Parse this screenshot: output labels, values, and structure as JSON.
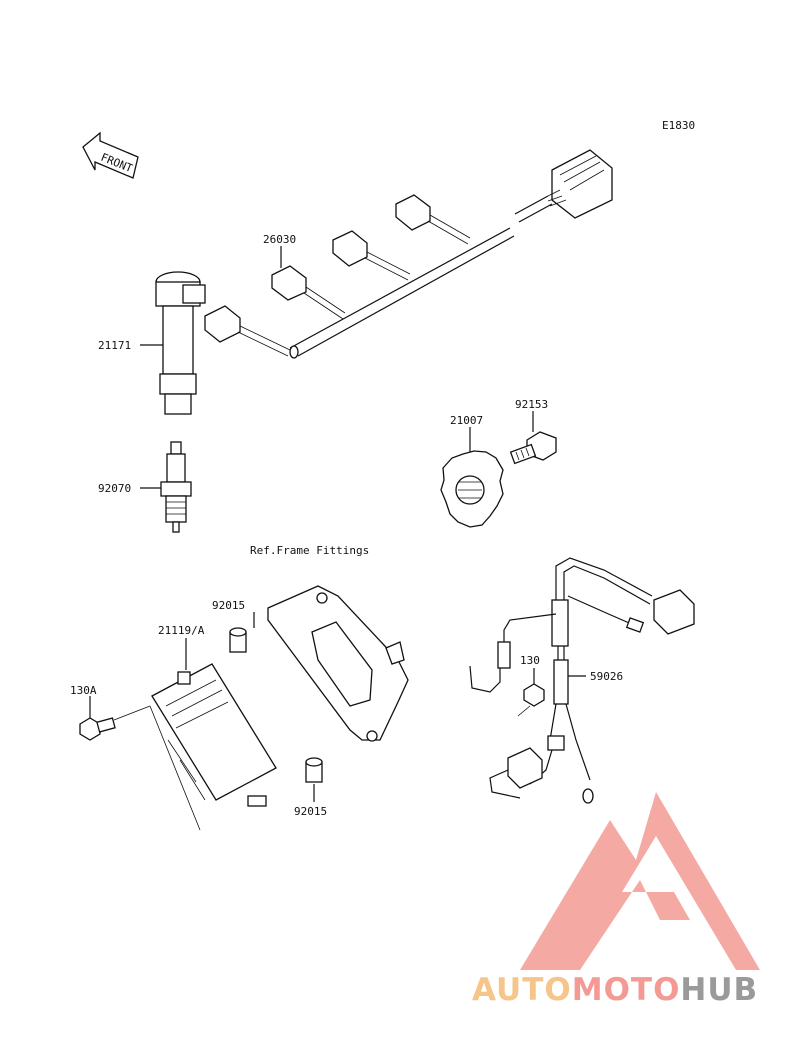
{
  "diagram": {
    "code": "E1830",
    "front_label": "FRONT",
    "ref_note": "Ref.Frame Fittings",
    "parts": {
      "p26030": "26030",
      "p21171": "21171",
      "p92070": "92070",
      "p21007": "21007",
      "p92153": "92153",
      "p92015a": "92015",
      "p21119": "21119/A",
      "p130a": "130A",
      "p130": "130",
      "p59026": "59026",
      "p92015b": "92015"
    }
  },
  "watermark": {
    "brand_auto": "AUTO",
    "brand_moto": "MOTO",
    "brand_hub": "HUB",
    "colors": {
      "auto": "#f6c58a",
      "moto": "#f29a93",
      "hub": "#9a9a9a",
      "triangle": "#f2938c"
    }
  }
}
